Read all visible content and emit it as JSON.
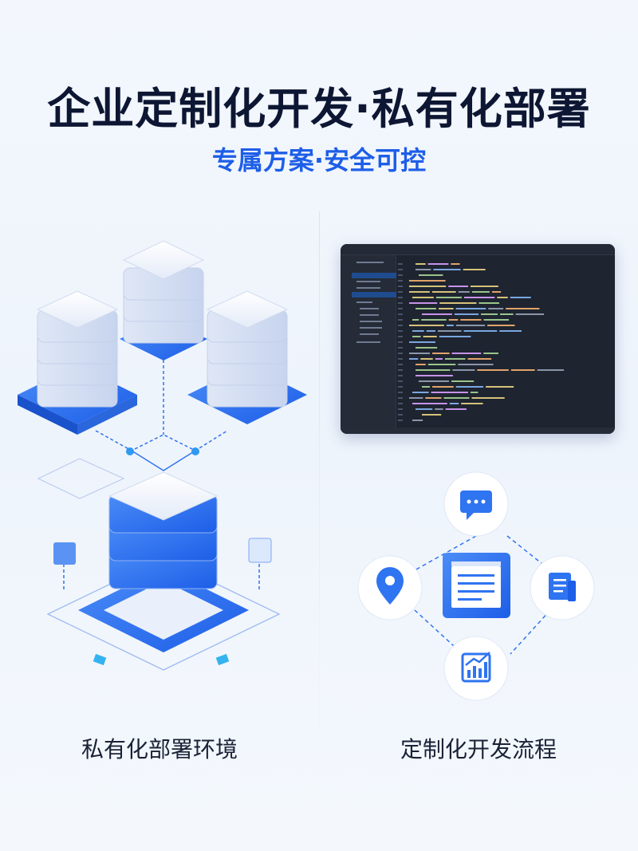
{
  "header": {
    "title": "企业定制化开发·私有化部署",
    "subtitle": "专属方案·安全可控"
  },
  "left_panel": {
    "caption": "私有化部署环境"
  },
  "right_panel": {
    "caption": "定制化开发流程",
    "flow_icons": [
      "chat-icon",
      "location-pin-icon",
      "document-window-icon",
      "notes-icon",
      "chart-icon"
    ]
  },
  "colors": {
    "accent": "#1d5ee8",
    "title": "#0d1733",
    "server_blue": "#2f74f0",
    "editor_bg": "#1e2430"
  }
}
